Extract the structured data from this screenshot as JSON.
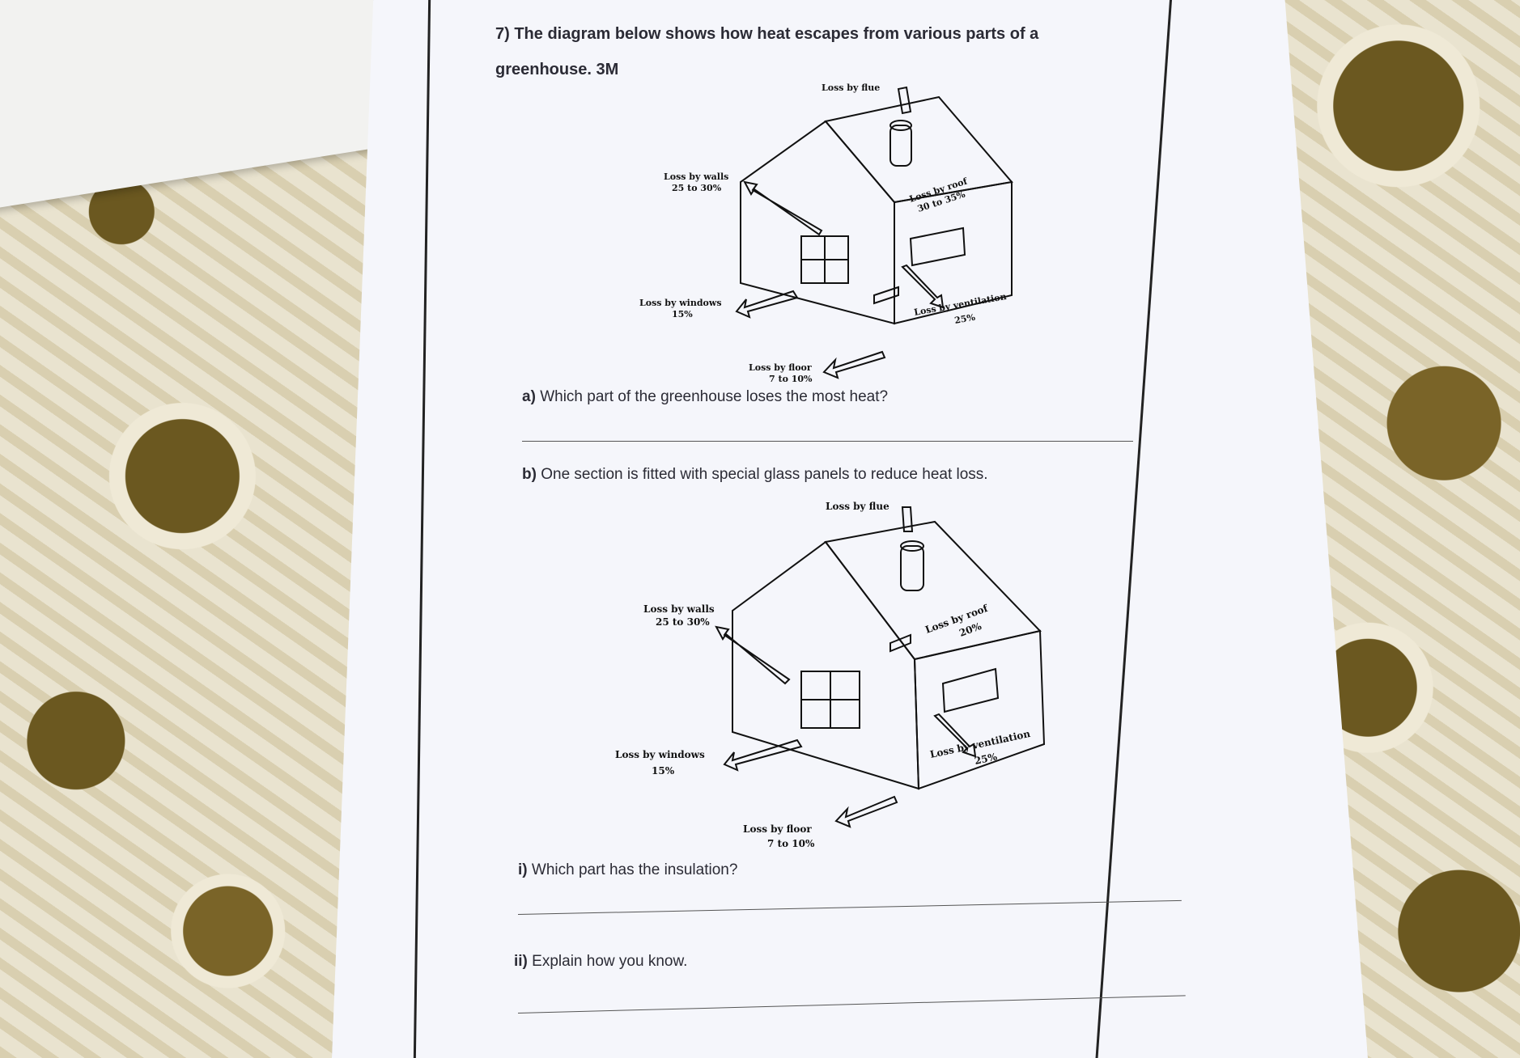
{
  "question": {
    "title": "7) The diagram below shows how heat escapes from various parts of a greenhouse. 3M",
    "part_a": {
      "label": "a)",
      "text": "Which part of the greenhouse loses the most heat?"
    },
    "part_b": {
      "label": "b)",
      "text": "One section is fitted with special glass panels to reduce heat loss."
    },
    "part_b_i": {
      "label": "i)",
      "text": "Which part has the insulation?"
    },
    "part_b_ii": {
      "label": "ii)",
      "text": "Explain how you know."
    }
  },
  "diagram1": {
    "flue": "Loss by flue",
    "walls": "Loss by walls",
    "walls_pct": "25 to 30%",
    "roof": "Loss by roof",
    "roof_pct": "30 to 35%",
    "windows": "Loss by windows",
    "windows_pct": "15%",
    "ventilation": "Loss by ventilation",
    "ventilation_pct": "25%",
    "floor": "Loss by floor",
    "floor_pct": "7 to 10%"
  },
  "diagram2": {
    "flue": "Loss by flue",
    "walls": "Loss by walls",
    "walls_pct": "25 to 30%",
    "roof": "Loss by roof",
    "roof_pct": "20%",
    "windows": "Loss by windows",
    "windows_pct": "15%",
    "ventilation": "Loss by ventilation",
    "ventilation_pct": "25%",
    "floor": "Loss by floor",
    "floor_pct": "7 to 10%"
  },
  "colors": {
    "paper": "#f5f6fb",
    "ink": "#2b2b35",
    "fabric_gold": "#6b5820"
  }
}
